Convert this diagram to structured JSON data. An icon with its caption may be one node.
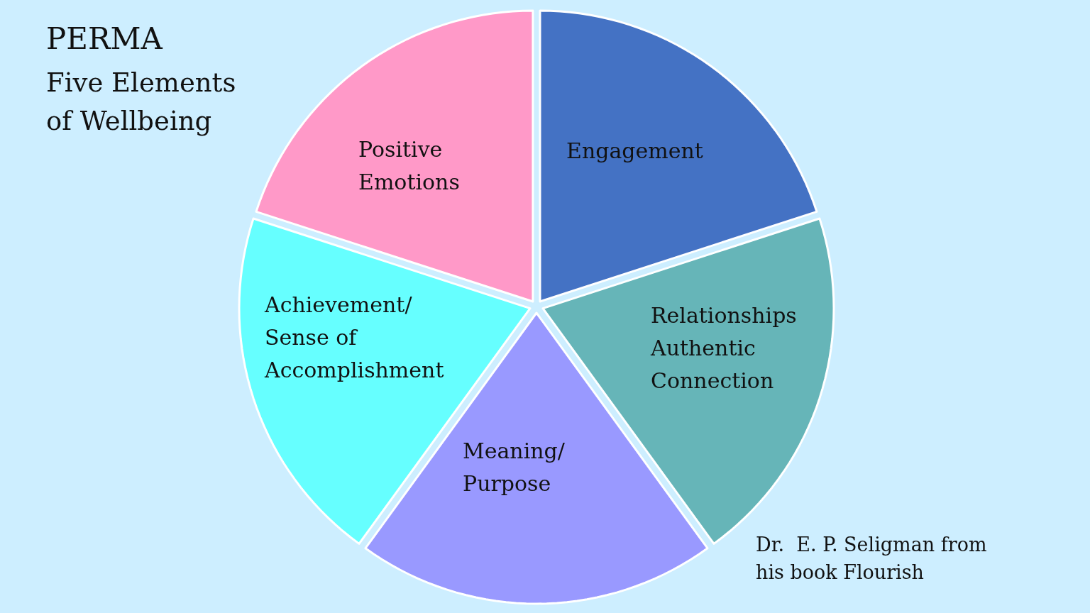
{
  "diagram": {
    "title": "PERMA",
    "caption": "Dr.  E. P. Seligman from his book Flourish",
    "nodes": [
      {
        "text": [
          "Positive Emotions"
        ]
      },
      {
        "text": [
          "Engagement"
        ]
      },
      {
        "text": [
          "Relationships Authentic Connection"
        ]
      },
      {
        "text": [
          "Meaning/ Purpose"
        ]
      },
      {
        "text": [
          "Achievement/ Sense of Accomplishment"
        ]
      }
    ],
    "labels": [
      "Five Elements of Wellbeing"
    ]
  }
}
